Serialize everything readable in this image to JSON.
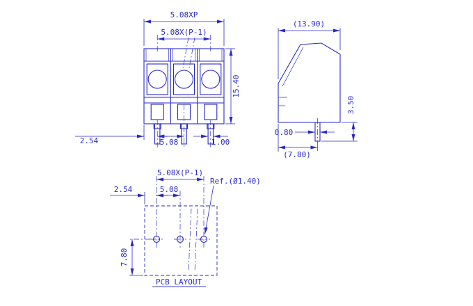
{
  "colors": {
    "line": "#2a2ac8",
    "background": "#ffffff"
  },
  "front_view": {
    "dim_total_width": "5.08XP",
    "dim_pole_pitch": "5.08X(P-1)",
    "dim_height": "15.40",
    "dim_edge_to_pin": "2.54",
    "dim_pin_pitch": "5.08",
    "dim_pin_width": "1.00"
  },
  "side_view": {
    "dim_overall_depth": "(13.90)",
    "dim_pin_length": "3.50",
    "dim_pin_thickness": "0.80",
    "dim_pin_offset": "(7.80)"
  },
  "pcb_layout": {
    "dim_hole_pitch_total": "5.08X(P-1)",
    "dim_edge_to_hole": "2.54",
    "dim_hole_pitch": "5.08",
    "hole_ref": "Ref.(Ø1.40)",
    "dim_hole_to_edge": "7.80",
    "caption": "PCB LAYOUT"
  }
}
